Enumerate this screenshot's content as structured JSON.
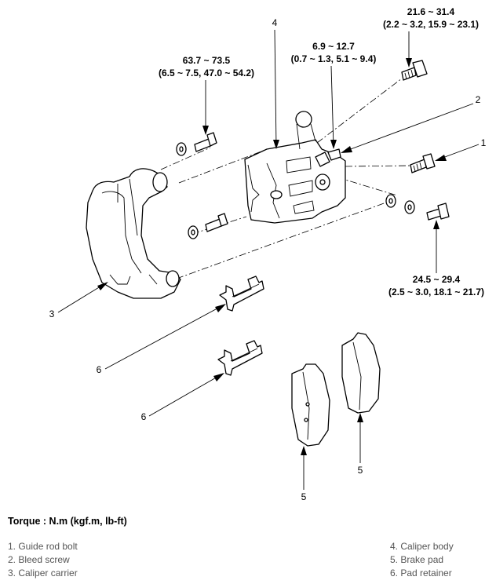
{
  "torques": {
    "top_right": {
      "line1": "21.6 ~ 31.4",
      "line2": "(2.2 ~ 3.2, 15.9 ~ 23.1)"
    },
    "bleed": {
      "line1": "6.9 ~ 12.7",
      "line2": "(0.7 ~ 1.3, 5.1 ~ 9.4)"
    },
    "carrier": {
      "line1": "63.7 ~ 73.5",
      "line2": "(6.5 ~ 7.5, 47.0 ~ 54.2)"
    },
    "guide": {
      "line1": "24.5 ~ 29.4",
      "line2": "(2.5 ~ 3.0, 18.1 ~ 21.7)"
    }
  },
  "callouts": {
    "c1": "1",
    "c2": "2",
    "c3": "3",
    "c4": "4",
    "c5a": "5",
    "c5b": "5",
    "c6a": "6",
    "c6b": "6"
  },
  "legend": {
    "title": "Torque : N.m (kgf.m, lb-ft)",
    "items": [
      "1. Guide rod bolt",
      "2. Bleed screw",
      "3. Caliper carrier",
      "4. Caliper body",
      "5. Brake pad",
      "6. Pad retainer"
    ]
  }
}
